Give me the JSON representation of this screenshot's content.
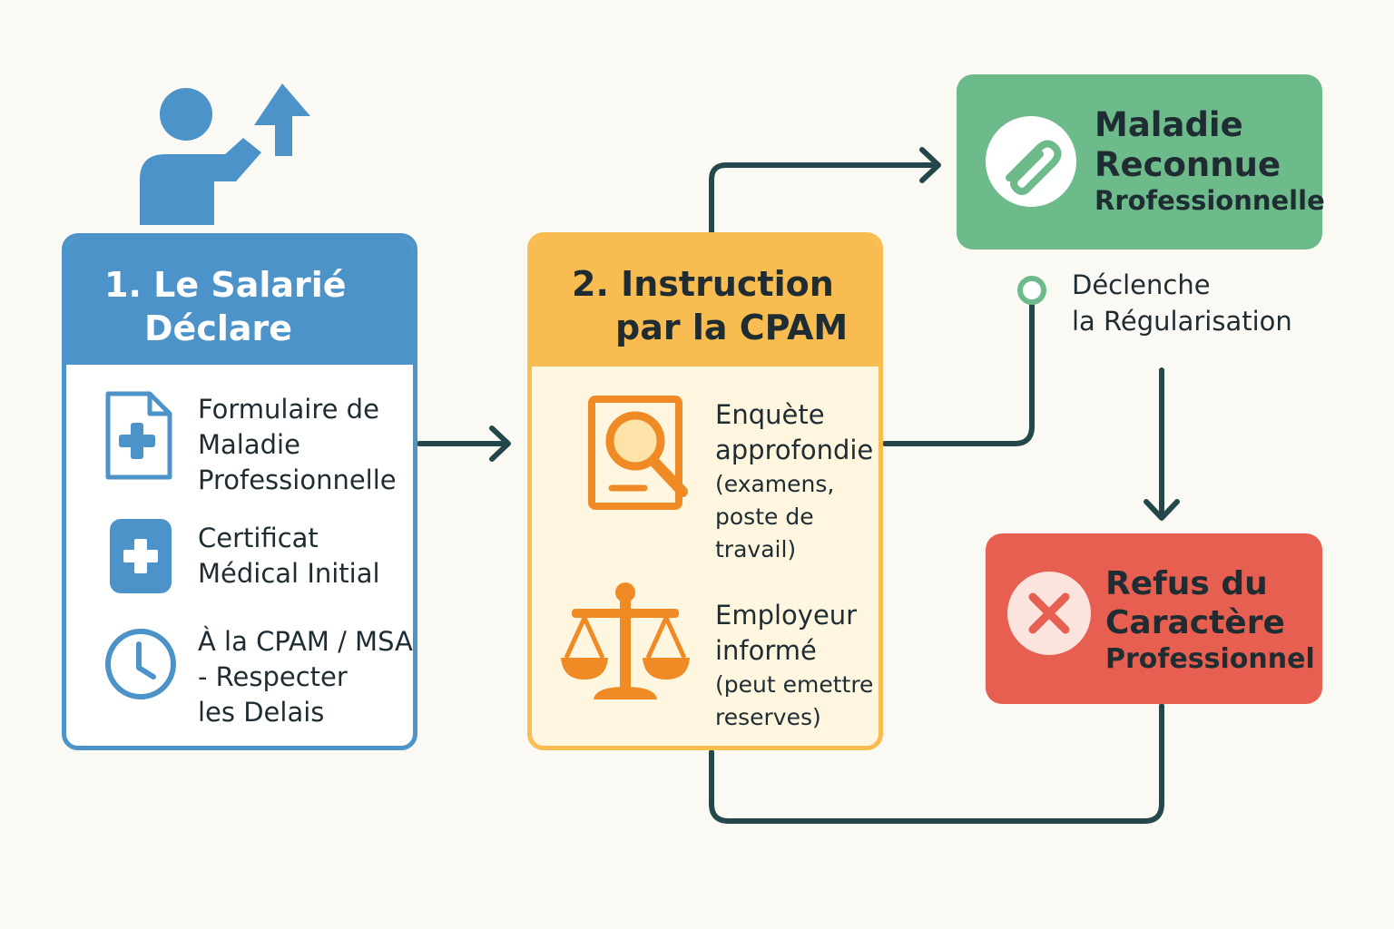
{
  "step1": {
    "title_line1": "1. Le Salarié",
    "title_line2": "Déclare",
    "items": [
      {
        "icon": "document-plus-icon",
        "lines": [
          "Formulaire de",
          "Maladie",
          "Professionnelle"
        ]
      },
      {
        "icon": "medical-cross-icon",
        "lines": [
          "Certificat",
          "Médical Initial"
        ]
      },
      {
        "icon": "clock-icon",
        "lines": [
          "À la CPAM / MSA",
          "- Respecter",
          "les Delais"
        ]
      }
    ]
  },
  "step2": {
    "title_line1": "2. Instruction",
    "title_line2": "par la CPAM",
    "items": [
      {
        "icon": "magnifier-document-icon",
        "lines": [
          "Enquète",
          "approfondie",
          "(examens,",
          "poste de",
          "travail)"
        ]
      },
      {
        "icon": "scales-icon",
        "lines": [
          "Employeur",
          "informé",
          "(peut emettre",
          "reserves)"
        ]
      }
    ]
  },
  "outcome_positive": {
    "icon": "paperclip-icon",
    "line1": "Maladie",
    "line2": "Reconnue",
    "line3": "Rrofessionnelle"
  },
  "trigger_note": {
    "line1": "Déclenche",
    "line2": "la Régularisation"
  },
  "outcome_negative": {
    "icon": "cross-icon",
    "line1": "Refus du",
    "line2": "Caractère",
    "line3": "Professionnel"
  },
  "colors": {
    "blue": "#4b93c9",
    "orange": "#f8bc51",
    "orange_icon": "#f08a24",
    "green": "#6dba8b",
    "red": "#e65f50",
    "connector": "#23474a",
    "background": "#fbf9f3"
  }
}
